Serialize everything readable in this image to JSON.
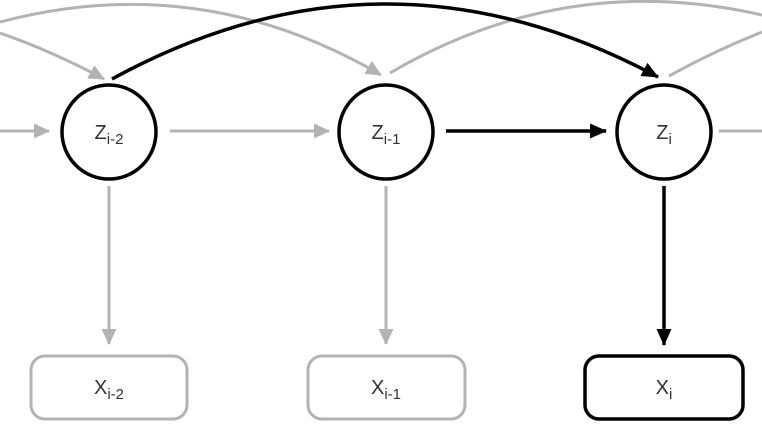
{
  "diagram": {
    "description": "Second-order dependency graphical model with latent states Z and observations X; current-step dependencies highlighted in black, context edges in gray.",
    "colors": {
      "emphasis": "#000000",
      "muted": "#b3b3b3",
      "label": "#333333",
      "background": "#ffffff"
    },
    "latent_nodes": [
      {
        "id": "z-i-2",
        "base": "Z",
        "sub": "i-2",
        "shape": "circle",
        "outline": "emphasis"
      },
      {
        "id": "z-i-1",
        "base": "Z",
        "sub": "i-1",
        "shape": "circle",
        "outline": "emphasis"
      },
      {
        "id": "z-i",
        "base": "Z",
        "sub": "i",
        "shape": "circle",
        "outline": "emphasis"
      }
    ],
    "observed_nodes": [
      {
        "id": "x-i-2",
        "base": "X",
        "sub": "i-2",
        "shape": "rounded-rect",
        "outline": "muted"
      },
      {
        "id": "x-i-1",
        "base": "X",
        "sub": "i-1",
        "shape": "rounded-rect",
        "outline": "muted"
      },
      {
        "id": "x-i",
        "base": "X",
        "sub": "i",
        "shape": "rounded-rect",
        "outline": "emphasis"
      }
    ],
    "edges": [
      {
        "from": "offscreen-left",
        "to": "z-i-2",
        "type": "first-order-transition",
        "style": "muted",
        "arrowhead": true
      },
      {
        "from": "z-i-2",
        "to": "z-i-1",
        "type": "first-order-transition",
        "style": "muted",
        "arrowhead": true
      },
      {
        "from": "z-i-1",
        "to": "z-i",
        "type": "first-order-transition",
        "style": "emphasis",
        "arrowhead": true
      },
      {
        "from": "z-i",
        "to": "offscreen-right",
        "type": "first-order-transition",
        "style": "muted",
        "arrowhead": false
      },
      {
        "from": "offscreen-left",
        "to": "z-i-2",
        "type": "second-order-transition",
        "style": "muted",
        "arrowhead": true
      },
      {
        "from": "offscreen-left",
        "to": "z-i-1",
        "type": "second-order-transition",
        "style": "muted",
        "arrowhead": true
      },
      {
        "from": "z-i-2",
        "to": "z-i",
        "type": "second-order-transition",
        "style": "emphasis",
        "arrowhead": true
      },
      {
        "from": "z-i-1",
        "to": "offscreen-right",
        "type": "second-order-transition",
        "style": "muted",
        "arrowhead": false
      },
      {
        "from": "z-i",
        "to": "offscreen-right",
        "type": "second-order-transition",
        "style": "muted",
        "arrowhead": false
      },
      {
        "from": "z-i-2",
        "to": "x-i-2",
        "type": "emission",
        "style": "muted",
        "arrowhead": true
      },
      {
        "from": "z-i-1",
        "to": "x-i-1",
        "type": "emission",
        "style": "muted",
        "arrowhead": true
      },
      {
        "from": "z-i",
        "to": "x-i",
        "type": "emission",
        "style": "emphasis",
        "arrowhead": true
      }
    ]
  }
}
